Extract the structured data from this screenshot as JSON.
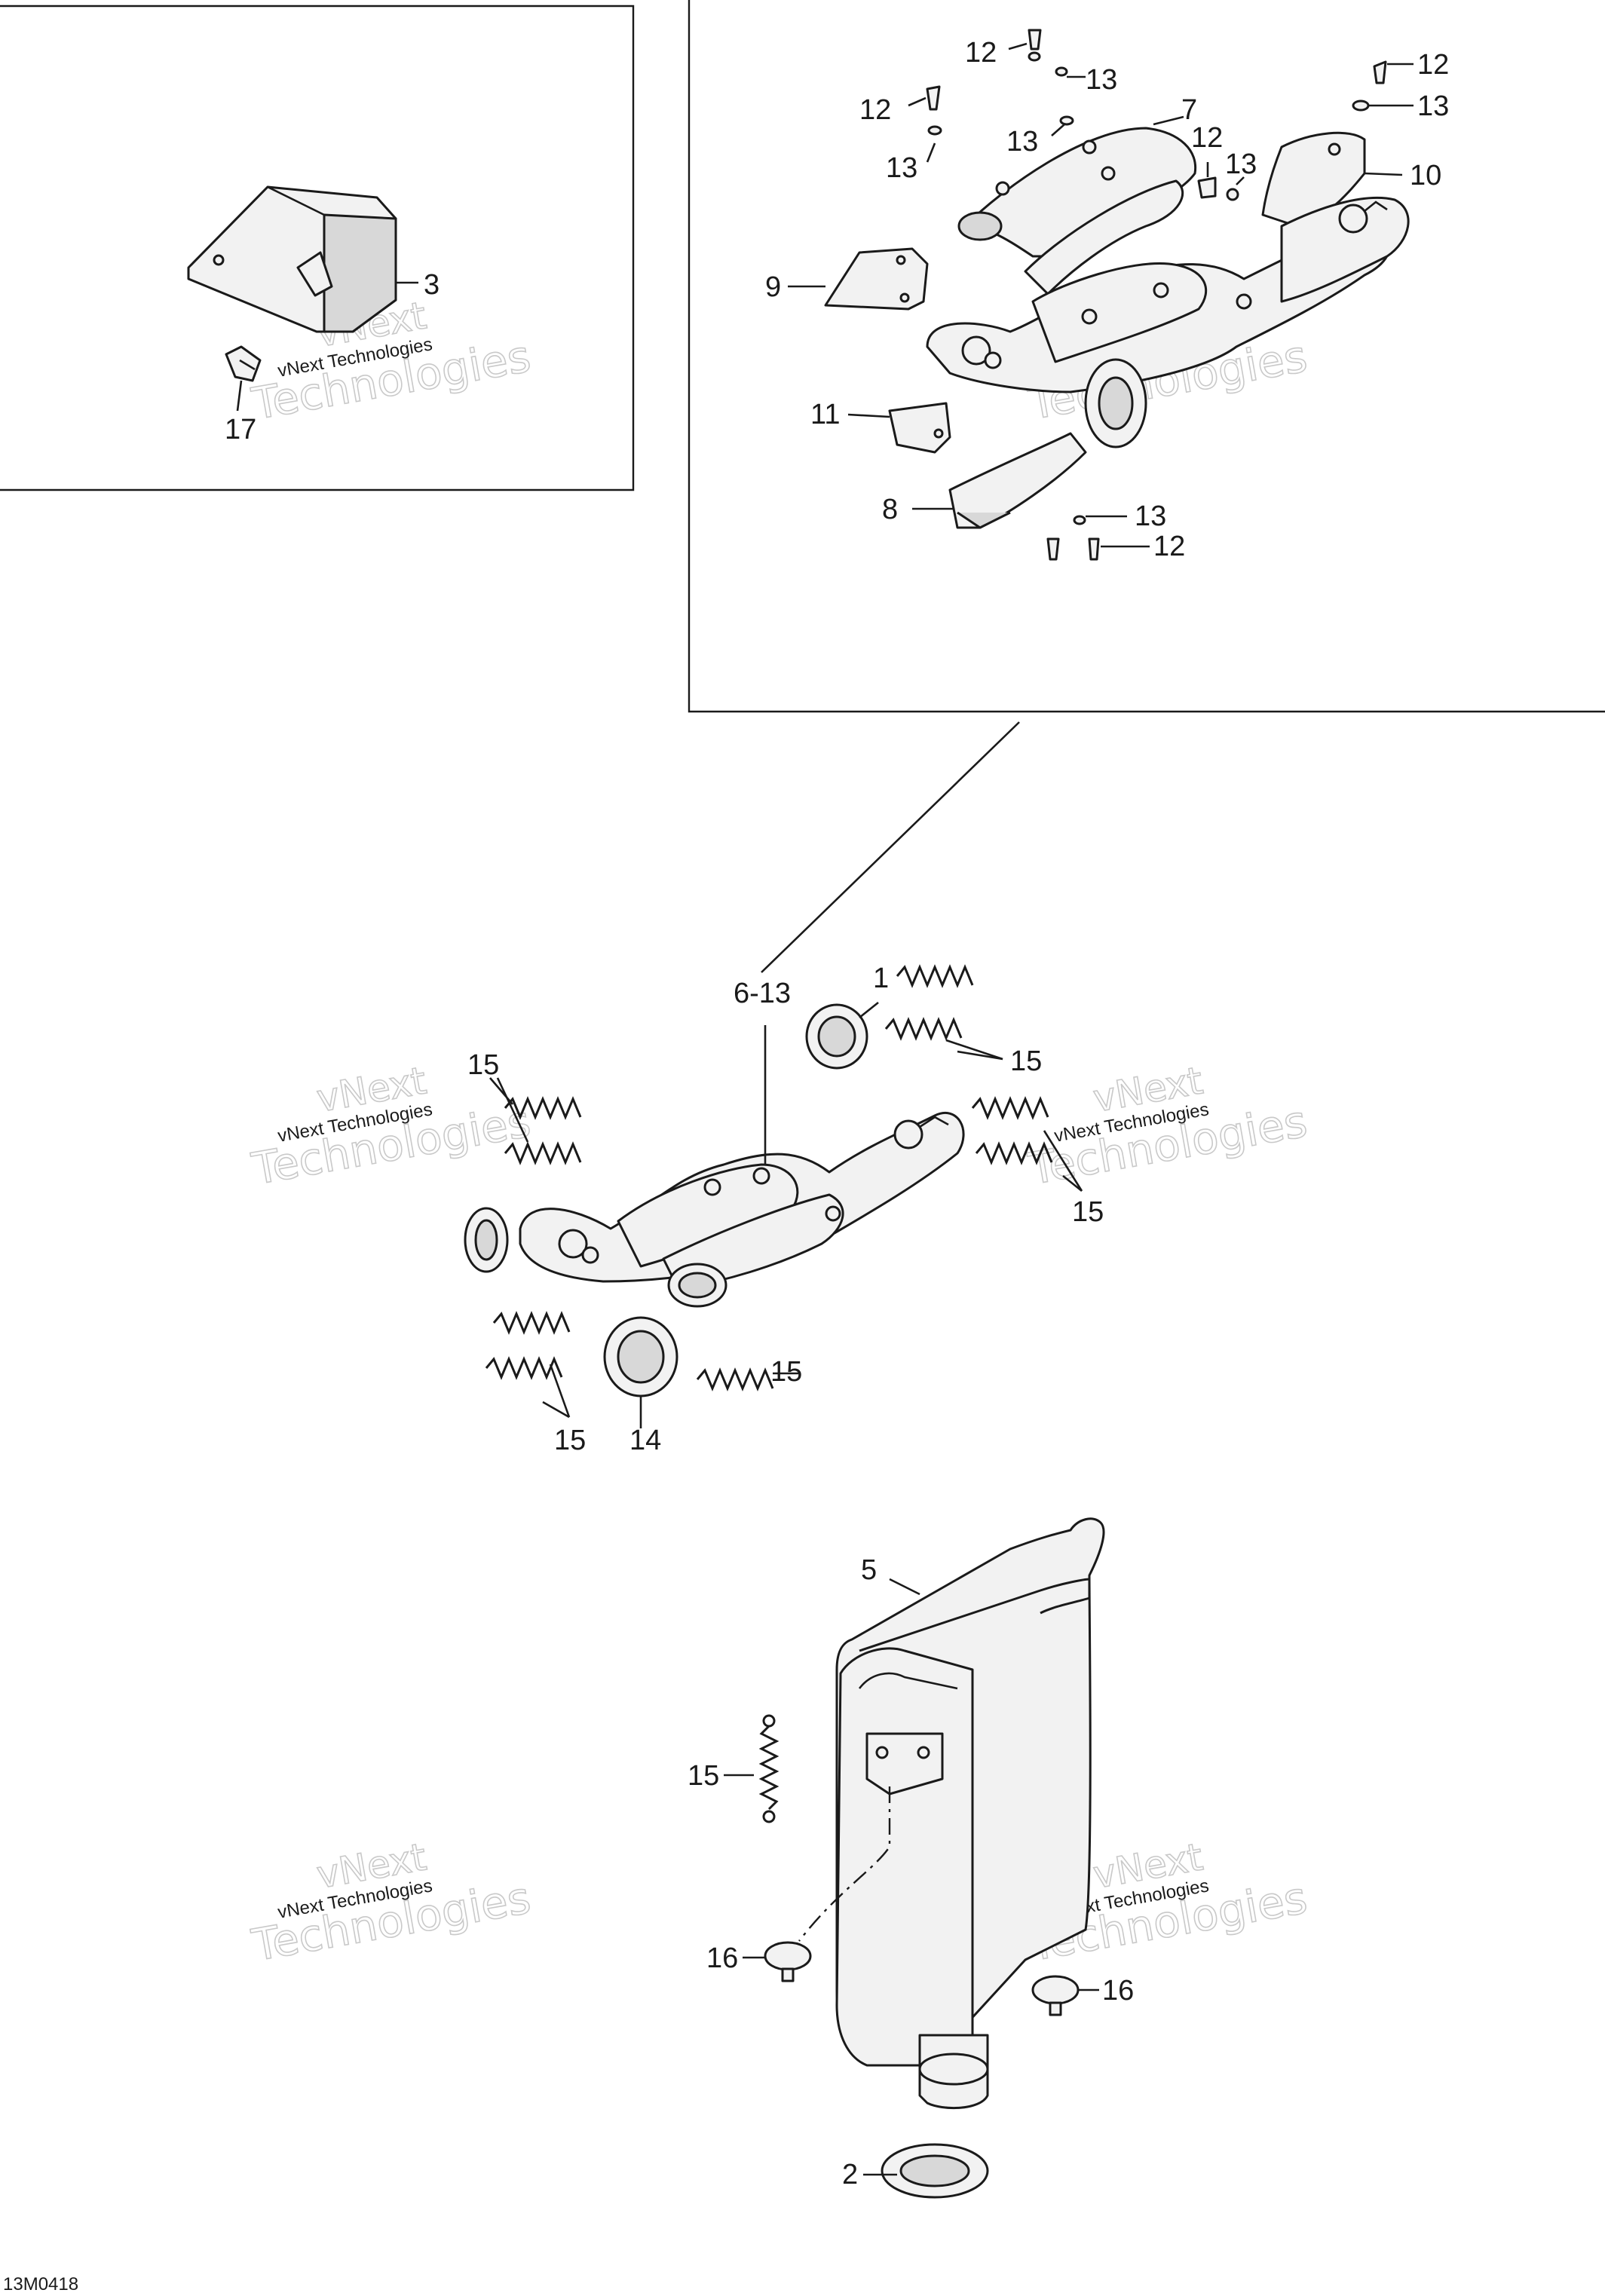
{
  "watermark": {
    "line1": "vNext",
    "line2": "vNext Technologies",
    "line3": "Technologies"
  },
  "reference_code": "13M0418",
  "callouts": {
    "c1": "1",
    "c2": "2",
    "c3": "3",
    "c5": "5",
    "c6_13": "6-13",
    "c7": "7",
    "c8": "8",
    "c9": "9",
    "c10": "10",
    "c11": "11",
    "c12": "12",
    "c13": "13",
    "c14": "14",
    "c15": "15",
    "c16": "16",
    "c17": "17"
  }
}
